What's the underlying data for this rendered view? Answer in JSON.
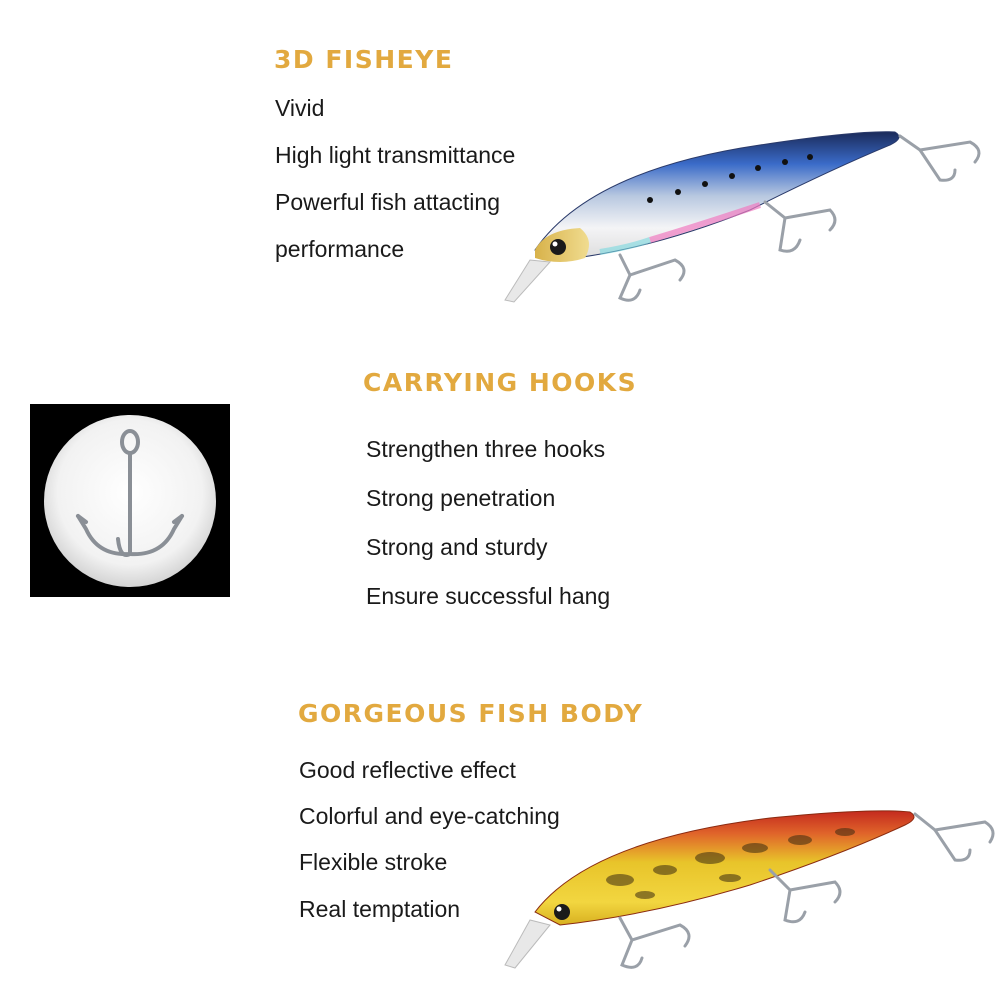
{
  "sections": [
    {
      "title": "3D FISHEYE",
      "lines": [
        "Vivid",
        "High light transmittance",
        "Powerful fish attacting",
        "performance"
      ]
    },
    {
      "title": "CARRYING HOOKS",
      "lines": [
        "Strengthen three hooks",
        "Strong penetration",
        "Strong and sturdy",
        "Ensure successful hang"
      ]
    },
    {
      "title": "GORGEOUS FISH BODY",
      "lines": [
        "Good reflective effect",
        "Colorful and eye-catching",
        "Flexible stroke",
        "Real temptation"
      ]
    }
  ],
  "colors": {
    "title": "#e2a93f",
    "text": "#1a1a1a",
    "background": "#ffffff"
  },
  "images": [
    "blue-lure-image",
    "treble-hook-image",
    "gold-lure-image"
  ]
}
